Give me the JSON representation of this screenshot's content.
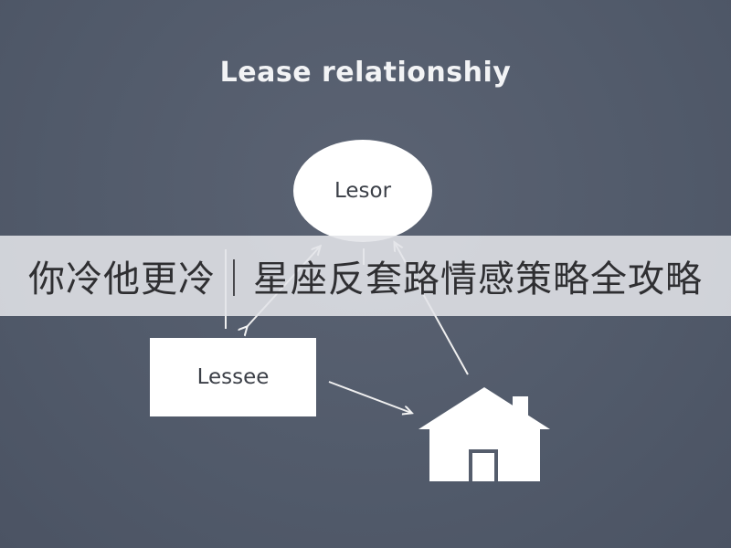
{
  "diagram": {
    "title": "Lease relationshiy",
    "nodes": {
      "lessor": "Lesor",
      "lessee": "Lessee"
    },
    "icons": {
      "property": "house-icon"
    }
  },
  "overlay": {
    "banner_text": "你冷他更冷｜星座反套路情感策略全攻略"
  },
  "colors": {
    "background": "#555d6c",
    "node_fill": "#ffffff",
    "banner": "#e2e4e8"
  }
}
